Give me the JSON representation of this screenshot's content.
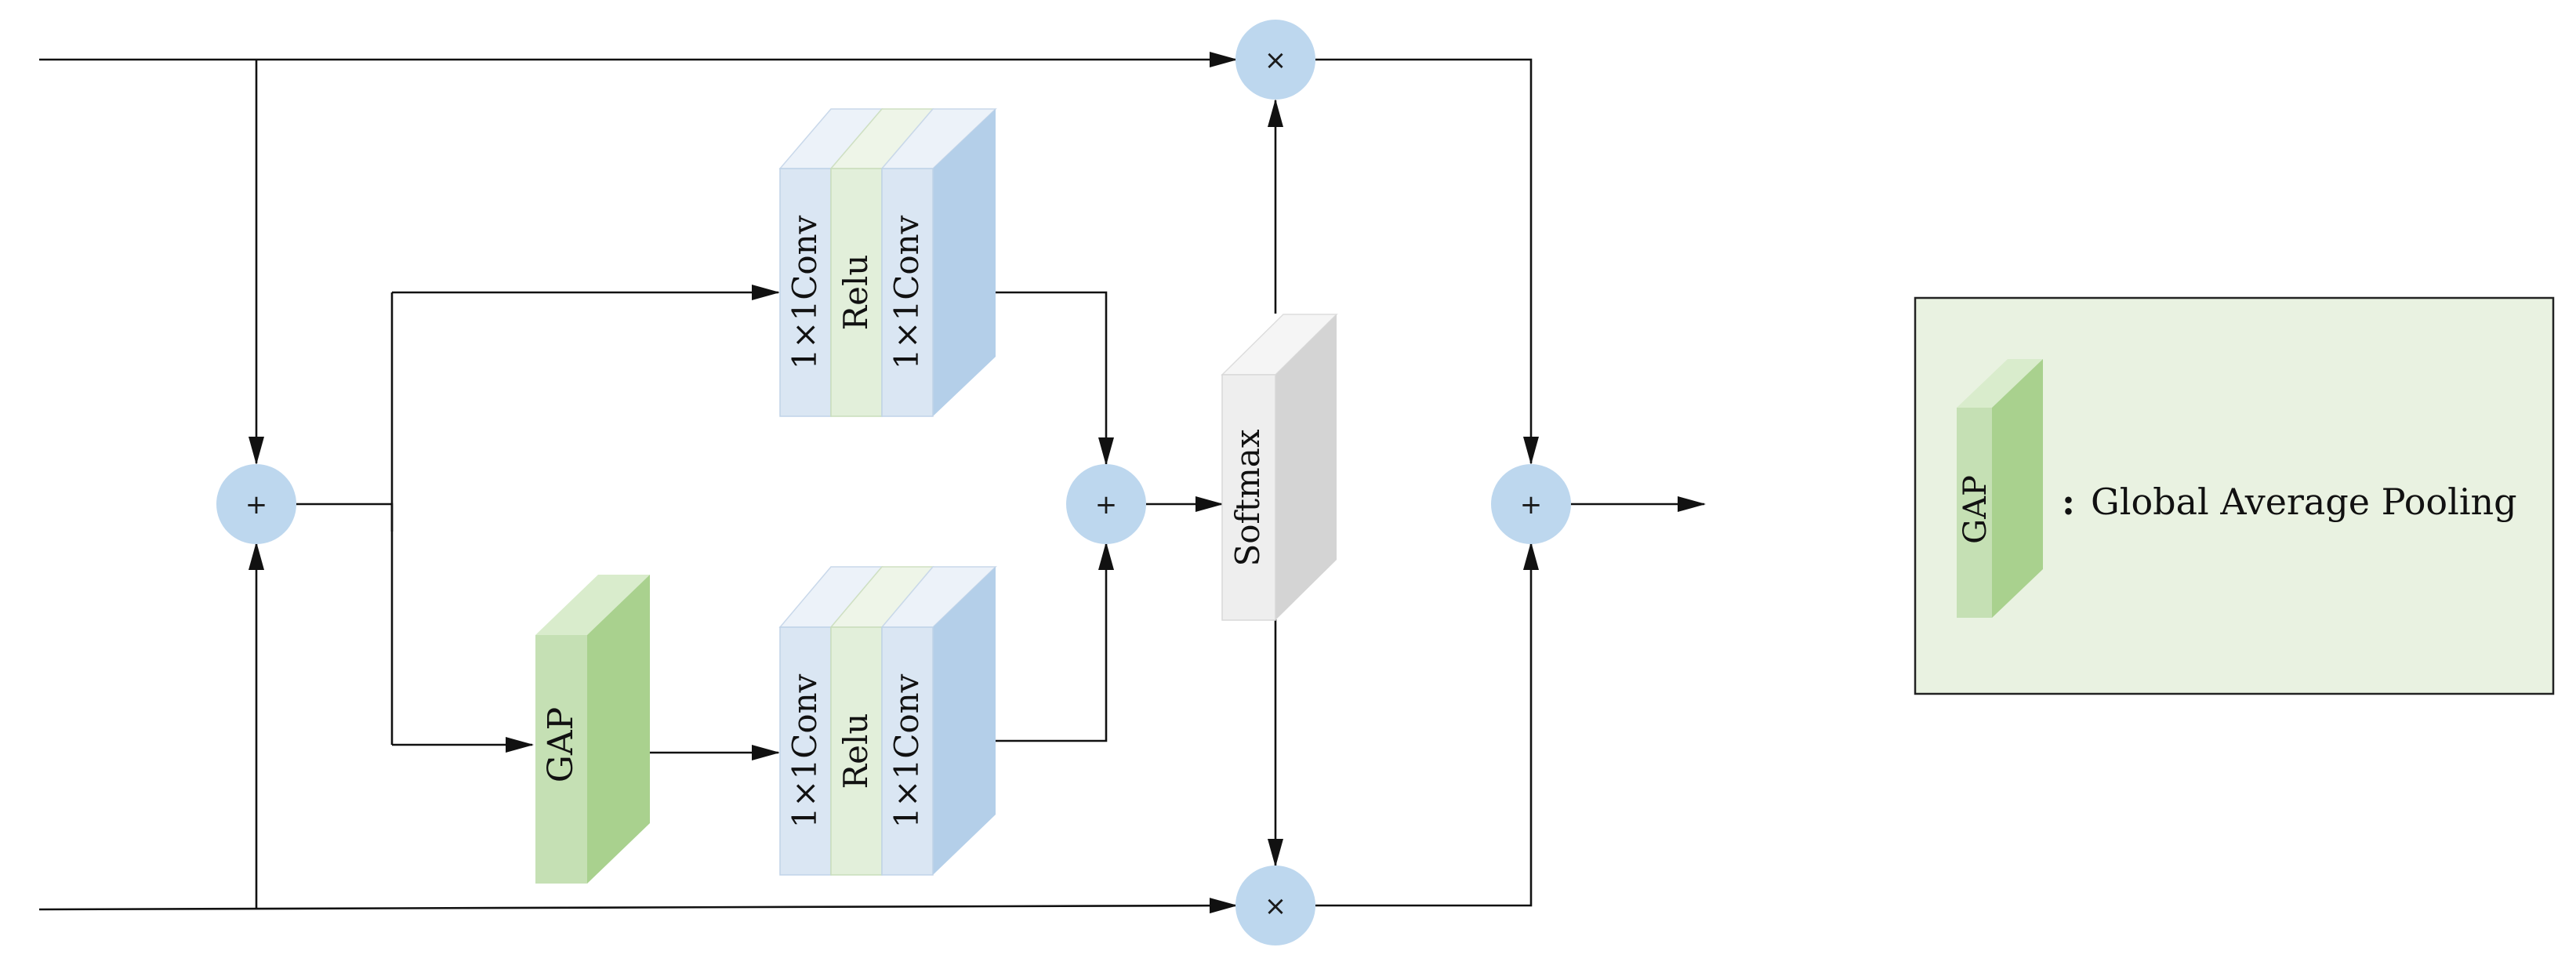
{
  "blocks": {
    "conv_a": "1×1Conv",
    "relu": "Relu",
    "conv_b": "1×1Conv",
    "gap": "GAP",
    "softmax": "Softmax"
  },
  "operators": {
    "add": "+",
    "multiply": "×"
  },
  "legend": {
    "block_label": "GAP",
    "separator": ":",
    "description": "Global Average Pooling"
  },
  "colors": {
    "node_fill": "#bdd7ee",
    "conv_front": "#dae6f3",
    "conv_side": "#b4cfe9",
    "conv_top": "#ecf2f9",
    "relu_front": "#e2efda",
    "relu_top": "#eef5e8",
    "gap_front": "#c5e0b4",
    "gap_side": "#a9d18e",
    "gap_top": "#d9eccc",
    "softmax_front": "#eeeeee",
    "softmax_side": "#d4d4d4",
    "softmax_top": "#f5f5f5",
    "legend_bg": "#e9f2e1",
    "line": "#111111"
  }
}
